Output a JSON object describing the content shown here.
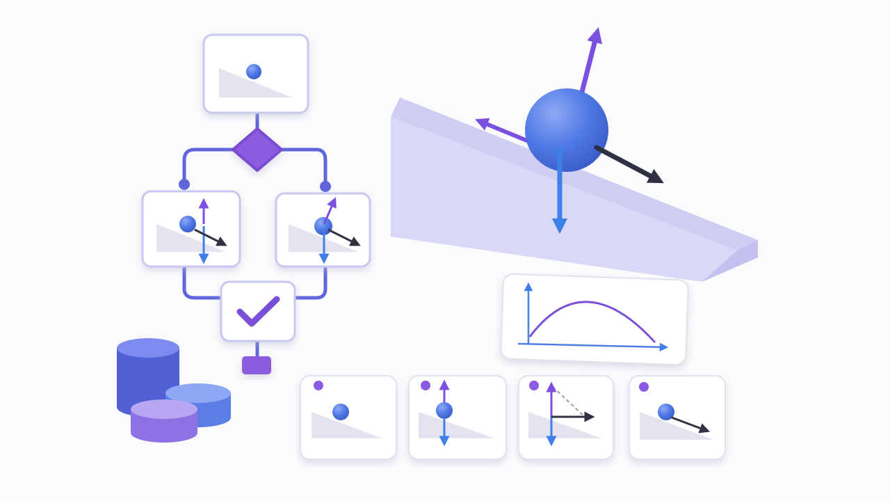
{
  "colors": {
    "background": "#fbfbfd",
    "card": "#ffffff",
    "card_border": "#c8c8f0",
    "card_shadow": "#dcdce8",
    "panel_incline": "#e4e4f0",
    "ramp_top": "#cfcdf1",
    "ramp_front": "#d8d7f6",
    "ramp_side": "#bdbbe8",
    "ball": "#4f79e6",
    "ball_highlight": "#8fa9f4",
    "arrow_up": "#7b4fe0",
    "arrow_down": "#3f7fe8",
    "arrow_side": "#2f3142",
    "connector": "#6066da",
    "diamond": "#8b5bde",
    "checkmark": "#7a4fd8",
    "cyl_tall": "#5f6ee0",
    "cyl_mid": "#6d8ef0",
    "cyl_short": "#9b83ea",
    "status_dot": "#8a5ce6",
    "graph_curve": "#7a4fd8",
    "graph_axes": "#4f7ee6"
  },
  "icons": {
    "flowchart_start": "ball-on-incline-icon",
    "flowchart_decision": "diamond-decision-icon",
    "flowchart_branch": "force-diagram-icon",
    "flowchart_end": "checkmark-icon",
    "graph": "parabola-graph-icon",
    "database": "cylinder-stack-icon"
  },
  "steps": [
    {
      "name": "step-1-ball-card",
      "forces": []
    },
    {
      "name": "step-2-vertical-forces-card",
      "forces": [
        "up",
        "down"
      ]
    },
    {
      "name": "step-3-component-forces-card",
      "forces": [
        "up",
        "down",
        "right",
        "dashed"
      ]
    },
    {
      "name": "step-4-net-force-card",
      "forces": [
        "diagonal"
      ]
    }
  ]
}
